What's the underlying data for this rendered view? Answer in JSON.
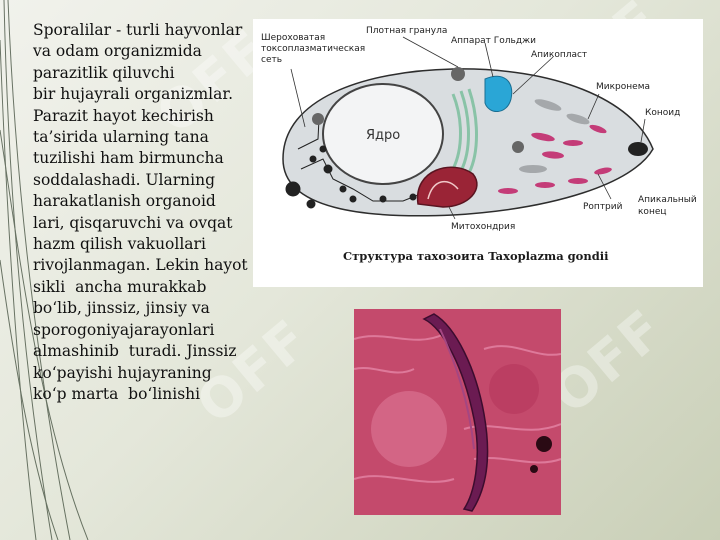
{
  "slide": {
    "body_text": "Sporalilar - turli hayvonlar va odam organizmida parazitlik qiluvchi\nbir hujayrali organizmlar. Parazit hayot kechirish ta’sirida ularning tana tuzilishi ham birmuncha soddalashadi. Ularning harakatlanish organoid lari, qisqaruvchi va ovqat hazm qilish vakuollari rivojlanmagan. Lekin hayot\nsikli  ancha murakkab bo‘lib, jinssiz, jinsiy va sporogoniyajarayonlari almashinib  turadi. Jinssiz  ko‘payishi hujayraning  ko‘p marta  bo‘linishi",
    "watermark": "OFF"
  },
  "diagram": {
    "caption": "Структура тахозоита Taxoplazma gondii",
    "labels": {
      "er_line1": "Шероховатая",
      "er_line2": "токсоплазматическая",
      "er_line3": "сеть",
      "dense_granule": "Плотная гранула",
      "golgi": "Аппарат Гольджи",
      "apicoplast": "Апикопласт",
      "microneme": "Микронема",
      "conoid": "Коноид",
      "apical_line1": "Апикальный",
      "apical_line2": "конец",
      "rhoptry": "Роптрий",
      "mitochondria": "Митохондрия",
      "nucleus": "Ядро"
    },
    "colors": {
      "cell": "#d9dde0",
      "nucleus": "#f3f4f5",
      "golgi": "#2aa6d6",
      "organelle": "#c43c78",
      "mitochondria": "#9a2436"
    }
  }
}
